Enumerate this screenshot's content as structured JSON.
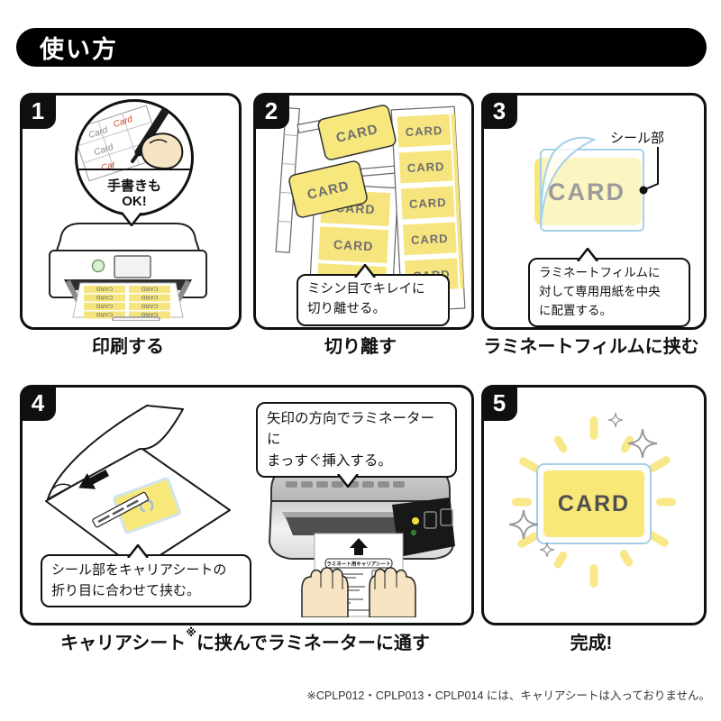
{
  "header": {
    "title": "使い方"
  },
  "footnote": "※CPLP012・CPLP013・CPLP014 には、キャリアシートは入っておりません。",
  "steps": {
    "s1": {
      "number": "1",
      "caption": "印刷する",
      "bubble": {
        "line1": "手書きも",
        "line2": "OK!"
      },
      "handwriting": {
        "w1": "Card",
        "w2": "Card",
        "w3": "Card",
        "w4": "Car"
      },
      "card_label": "CARD"
    },
    "s2": {
      "number": "2",
      "caption": "切り離す",
      "note": {
        "line1": "ミシン目でキレイに",
        "line2": "切り離せる。"
      },
      "card_label": "CARD"
    },
    "s3": {
      "number": "3",
      "caption": "ラミネートフィルムに挟む",
      "seal_label": "シール部",
      "note": {
        "line1": "ラミネートフィルムに",
        "line2": "対して専用用紙を中央",
        "line3": "に配置する。"
      },
      "card_label": "CARD"
    },
    "s4": {
      "number": "4",
      "caption": {
        "prefix": "キャリアシート",
        "marker": "※",
        "suffix": "に挟んでラミネーターに通す"
      },
      "note_left": {
        "line1": "シール部をキャリアシートの",
        "line2": "折り目に合わせて挟む。"
      },
      "note_right": {
        "line1": "矢印の方向でラミネーターに",
        "line2": "まっすぐ挿入する。"
      },
      "sheet_title": "ラミネート用キャリアシート"
    },
    "s5": {
      "number": "5",
      "caption": "完成!",
      "card_label": "CARD"
    }
  },
  "colors": {
    "card_yellow": "#F8E87A",
    "pale_yellow": "#FAF2BC",
    "ray_yellow": "#F8E88A",
    "film_blue": "#A6CFE8",
    "ink": "#111111"
  }
}
